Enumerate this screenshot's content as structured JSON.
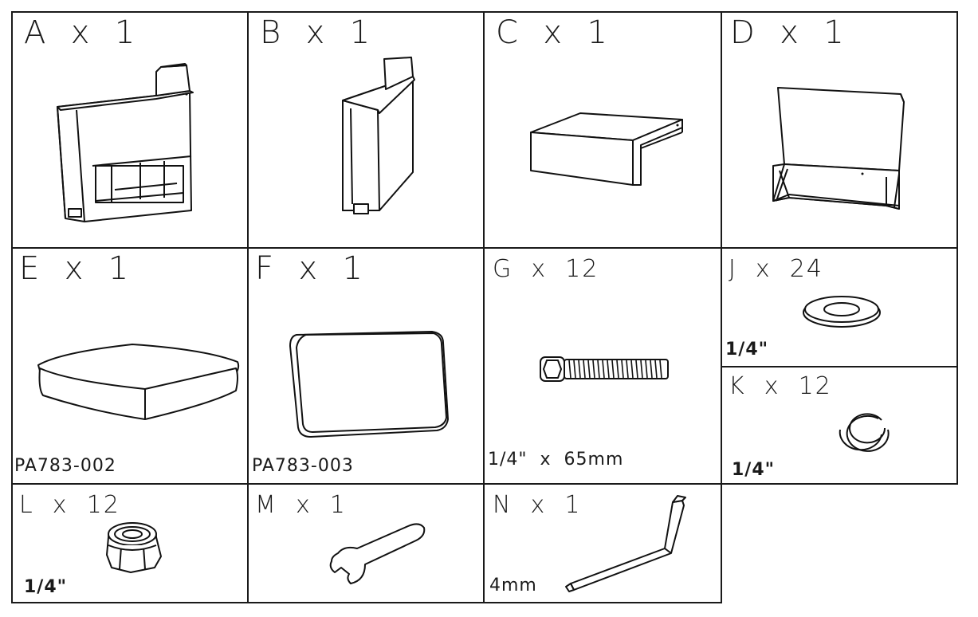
{
  "parts": [
    {
      "letter": "A",
      "label": "A  x  1",
      "icon": "sofa-left-arm-section"
    },
    {
      "letter": "B",
      "label": "B  x  1",
      "icon": "sofa-arm-section"
    },
    {
      "letter": "C",
      "label": "C  x  1",
      "icon": "table-top-panel"
    },
    {
      "letter": "D",
      "label": "D  x  1",
      "icon": "sofa-frame-section"
    },
    {
      "letter": "E",
      "label": "E  x  1",
      "icon": "seat-cushion",
      "code": "PA783-002"
    },
    {
      "letter": "F",
      "label": "F  x  1",
      "icon": "back-cushion",
      "code": "PA783-003"
    },
    {
      "letter": "G",
      "label": "G  x  12",
      "icon": "hex-bolt",
      "spec": "1/4\"  x  65mm"
    },
    {
      "letter": "J",
      "label": "J  x  24",
      "icon": "flat-washer",
      "spec": "1/4\""
    },
    {
      "letter": "K",
      "label": "K  x  12",
      "icon": "spring-washer",
      "spec": "1/4\""
    },
    {
      "letter": "L",
      "label": "L  x  12",
      "icon": "lock-nut",
      "spec": "1/4\""
    },
    {
      "letter": "M",
      "label": "M  x  1",
      "icon": "wrench",
      "spec": ""
    },
    {
      "letter": "N",
      "label": "N  x  1",
      "icon": "allen-key",
      "spec": "4mm"
    }
  ]
}
